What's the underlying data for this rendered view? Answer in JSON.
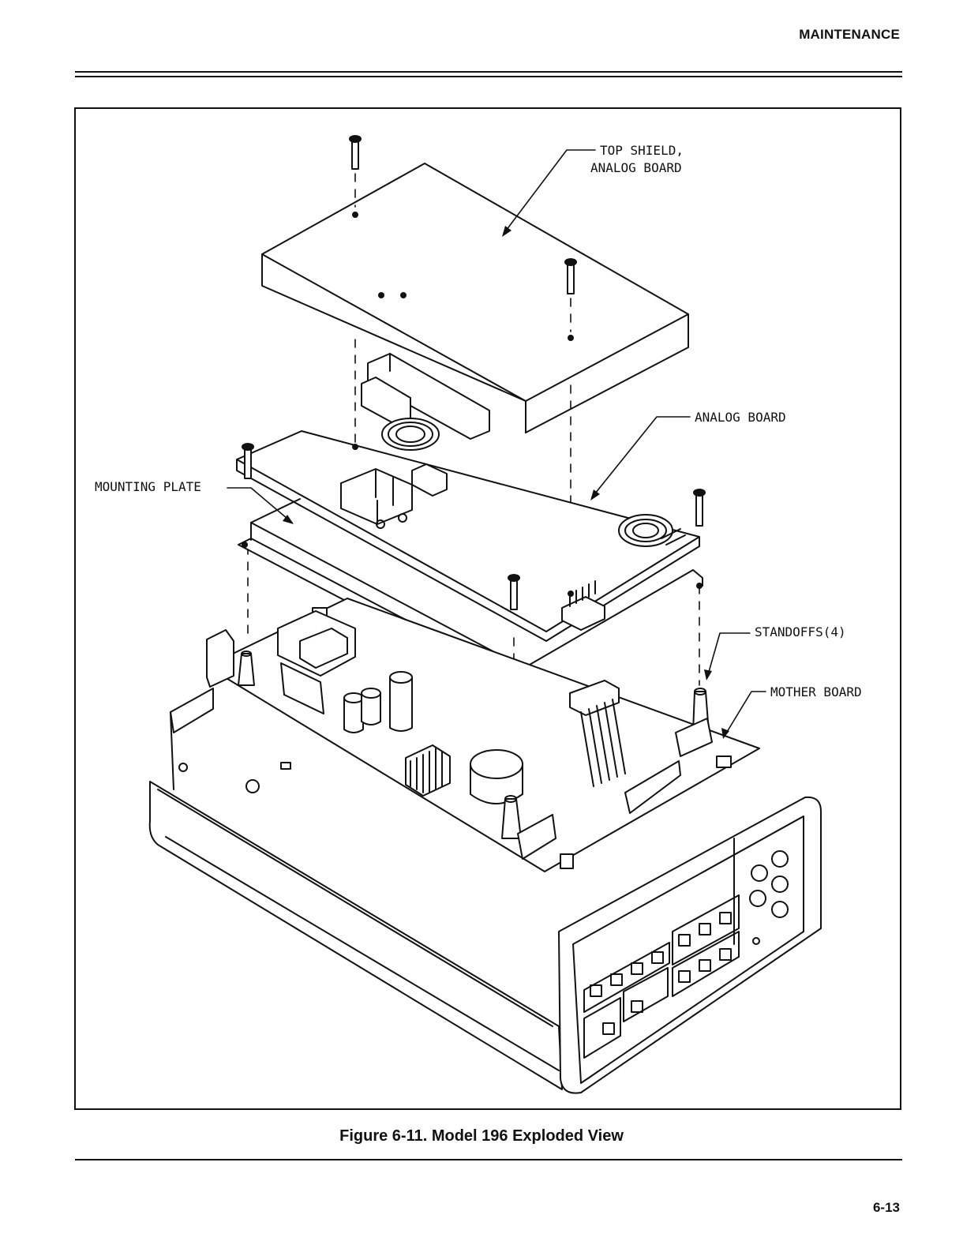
{
  "header": {
    "section": "MAINTENANCE"
  },
  "figure": {
    "caption": "Figure 6-11. Model 196 Exploded View",
    "labels": {
      "top_shield_line1": "TOP SHIELD,",
      "top_shield_line2": "ANALOG BOARD",
      "analog_board": "ANALOG BOARD",
      "mounting_plate": "MOUNTING PLATE",
      "standoffs": "STANDOFFS(4)",
      "mother_board": "MOTHER BOARD"
    }
  },
  "footer": {
    "page_number": "6-13"
  }
}
